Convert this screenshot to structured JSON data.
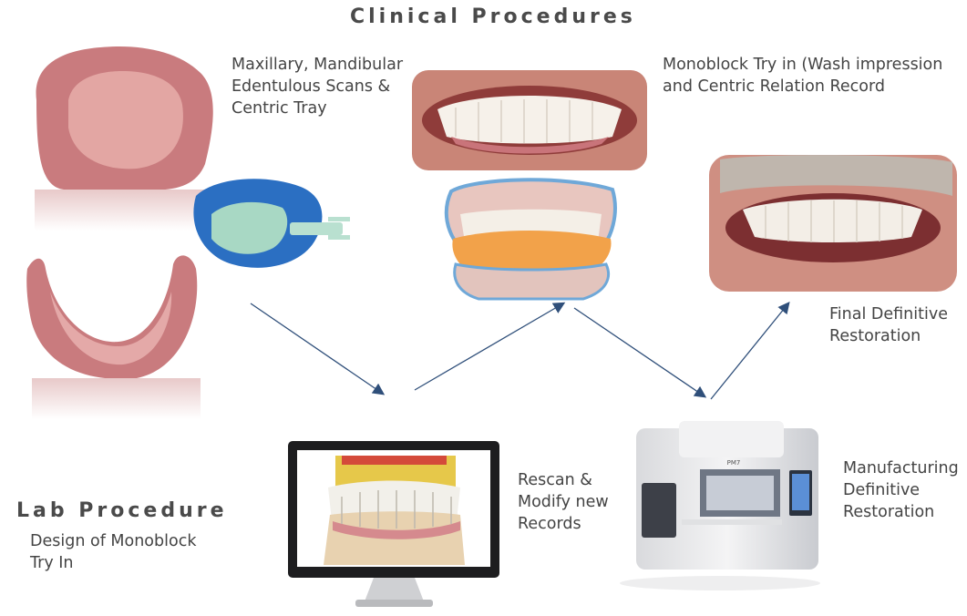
{
  "headings": {
    "clinical": "Clinical Procedures",
    "lab": "Lab Procedure"
  },
  "labels": {
    "scans": "Maxillary, Mandibular\nEdentulous Scans &\nCentric Tray",
    "monoblock": "Monoblock Try in (Wash impression\nand Centric Relation Record",
    "final": "Final Definitive\nRestoration",
    "design": "Design of Monoblock\nTry In",
    "rescan": "Rescan &\nModify new\nRecords",
    "manufacturing": "Manufacturing\nDefinitive\nRestoration"
  },
  "machine_text": {
    "brand": "PM7"
  },
  "colors": {
    "arrow": "#2f4f7a",
    "gum": "#d9868a",
    "tray_blue": "#2b6fc2",
    "tray_green": "#a8d8c4",
    "wax_orange": "#f2a24a",
    "monitor_yellow": "#e6c84a"
  }
}
